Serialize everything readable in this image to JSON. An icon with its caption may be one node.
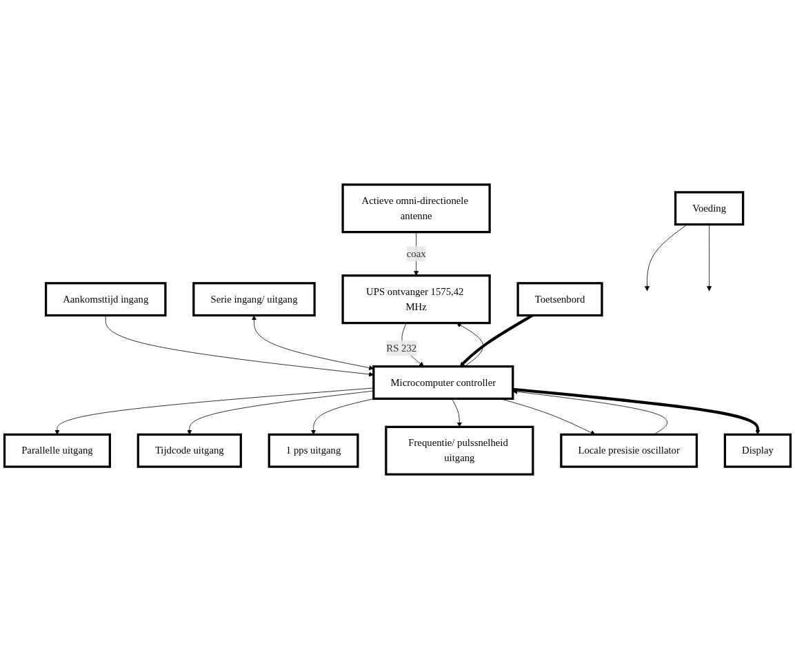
{
  "diagram": {
    "nodes": [
      {
        "text": [
          "Actieve omni-directionele antenne"
        ]
      },
      {
        "text": [
          "Aankomsttijd ingang"
        ]
      },
      {
        "text": [
          "1 pps uitgang"
        ]
      },
      {
        "text": [
          "Serie ingang/ uitgang"
        ]
      },
      {
        "text": [
          "Parallelle uitgang"
        ]
      },
      {
        "text": [
          "Tijdcode uitgang"
        ]
      },
      {
        "text": [
          "Frequentie/ pulssnelheid uitgang"
        ]
      },
      {
        "text": [
          "UPS ontvanger 1575,42 MHz"
        ]
      },
      {
        "text": [
          "Microcomputer controller"
        ]
      },
      {
        "text": [
          "Toetsenbord"
        ]
      },
      {
        "text": [
          "Voeding"
        ]
      },
      {
        "text": [
          "Display"
        ]
      },
      {
        "text": [
          "Locale presisie oscillator"
        ]
      }
    ],
    "edges": [
      {
        "from": 0,
        "to": 7,
        "arrow": "to",
        "label": "coax"
      },
      {
        "from": 1,
        "to": 8,
        "arrow": "to"
      },
      {
        "from": 8,
        "to": 4,
        "arrow": "to"
      },
      {
        "from": 8,
        "to": 5,
        "arrow": "to"
      },
      {
        "from": 8,
        "to": 2,
        "arrow": "to"
      },
      {
        "from": 8,
        "to": 6,
        "arrow": "to"
      },
      {
        "from": 3,
        "to": 8,
        "arrow": "both"
      },
      {
        "from": 7,
        "to": 8,
        "arrow": "to",
        "label": "RS 232"
      },
      {
        "from": 8,
        "to": 7,
        "arrow": "to"
      },
      {
        "from": 9,
        "to": 8,
        "arrow": "to",
        "style": "thick"
      },
      {
        "from": 8,
        "to": 12,
        "arrow": "to"
      },
      {
        "from": 12,
        "to": 8,
        "arrow": "to"
      },
      {
        "from": 8,
        "to": 11,
        "arrow": "to",
        "style": "thick"
      },
      {
        "from": 10,
        "to": null,
        "arrow": "to"
      },
      {
        "from": 10,
        "to": null,
        "arrow": "to"
      }
    ]
  }
}
